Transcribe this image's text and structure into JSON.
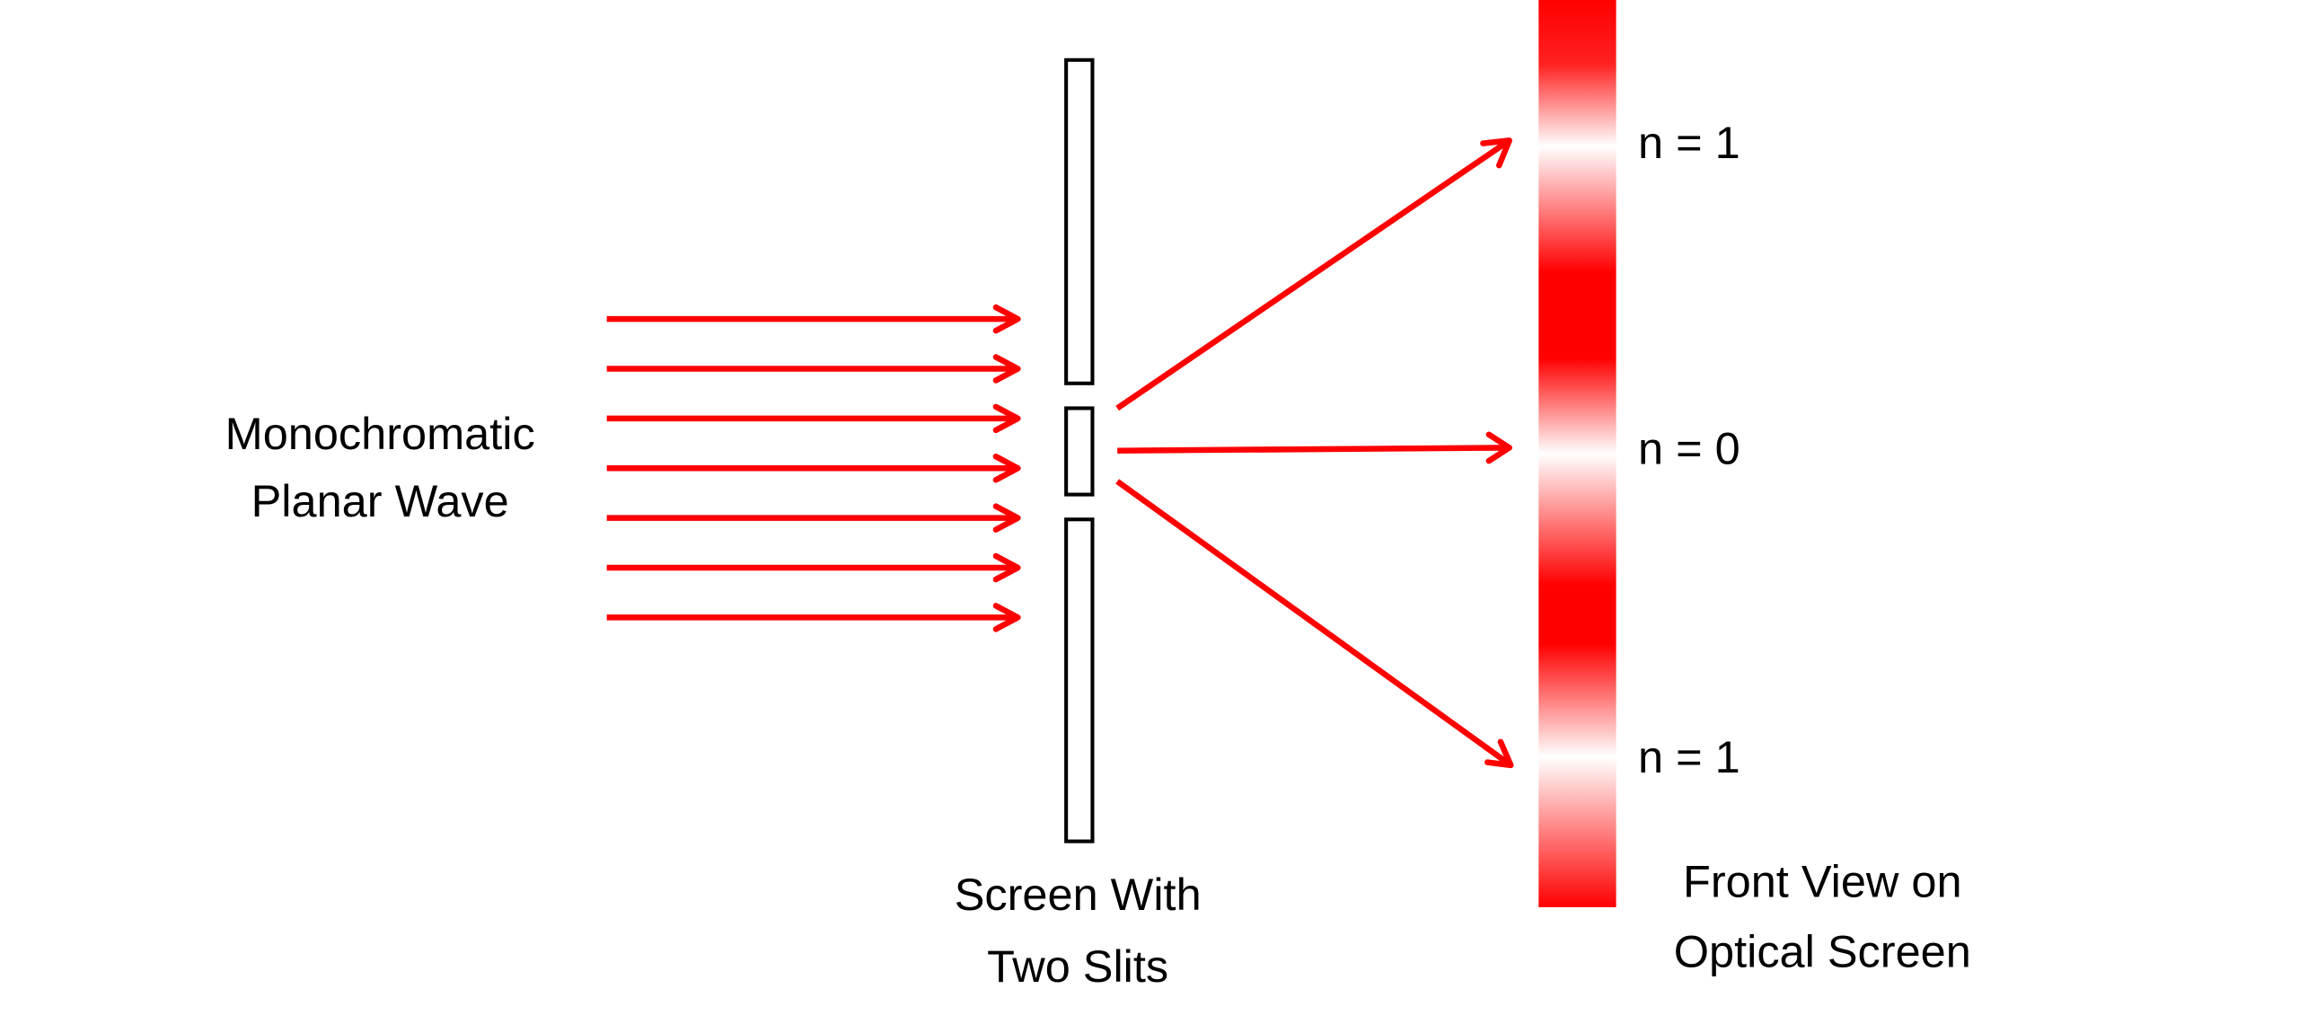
{
  "colors": {
    "ray": "#ff0000",
    "slit_outline": "#000000",
    "background": "#ffffff"
  },
  "labels": {
    "source_line1": "Monochromatic",
    "source_line2": "Planar Wave",
    "slits_line1": "Screen With",
    "slits_line2": "Two Slits",
    "screen_line1": "Front View on",
    "screen_line2": "Optical Screen"
  },
  "fringes": [
    {
      "label": "n = 1"
    },
    {
      "label": "n = 0"
    },
    {
      "label": "n = 1"
    }
  ],
  "incident_ray_count": 7
}
